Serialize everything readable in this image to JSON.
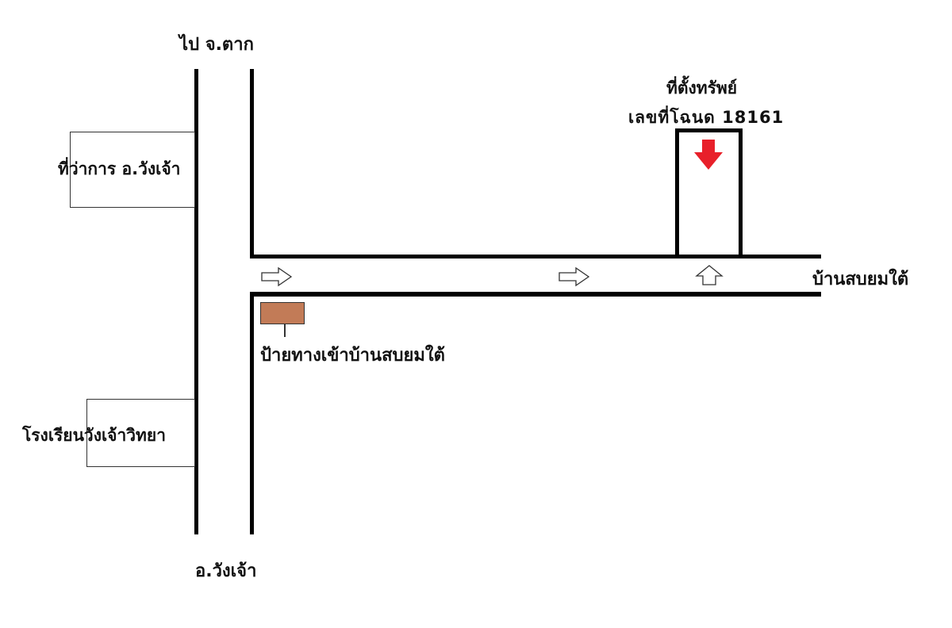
{
  "labels": {
    "north_direction": "ไป จ.ตาก",
    "south_direction": "อ.วังเจ้า",
    "district_office": "ที่ว่าการ อ.วังเจ้า",
    "school": "โรงเรียนวังเจ้าวิทยา",
    "property_title": "ที่ตั้งทรัพย์",
    "deed_number": "เลขที่โฉนด 18161",
    "village": "บ้านสบยมใต้",
    "entrance_sign": "ป้ายทางเข้าบ้านสบยมใต้"
  },
  "icons": {
    "property_marker": "red-down-arrow",
    "direction_arrows": [
      "right-arrow",
      "right-arrow",
      "up-arrow"
    ]
  },
  "colors": {
    "road": "#000000",
    "marker": "#e8202a",
    "sign": "#c27b57"
  }
}
